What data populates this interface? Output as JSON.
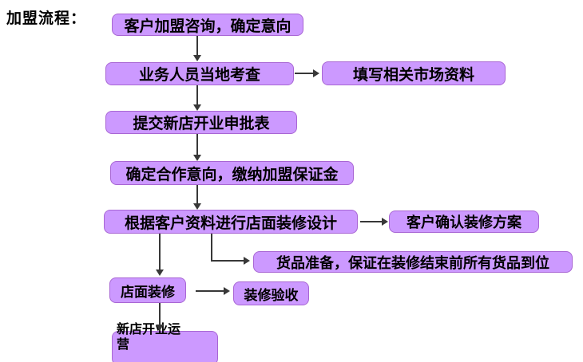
{
  "title": "加盟流程：",
  "colors": {
    "node_fill": "#CC99FF",
    "node_border": "#A866D4",
    "connector": "#383838",
    "text": "#000000",
    "background": "#FFFFFF"
  },
  "nodes": [
    {
      "id": "consult",
      "label": "客户加盟咨询，确定意向"
    },
    {
      "id": "survey",
      "label": "业务人员当地考查"
    },
    {
      "id": "market-info",
      "label": "填写相关市场资料"
    },
    {
      "id": "approval-form",
      "label": "提交新店开业申批表"
    },
    {
      "id": "deposit",
      "label": "确定合作意向，缴纳加盟保证金"
    },
    {
      "id": "design",
      "label": "根据客户资料进行店面装修设计"
    },
    {
      "id": "confirm-plan",
      "label": "客户确认装修方案"
    },
    {
      "id": "goods",
      "label": "货品准备，保证在装修结束前所有货品到位"
    },
    {
      "id": "renovation",
      "label": "店面装修"
    },
    {
      "id": "acceptance",
      "label": "装修验收"
    },
    {
      "id": "opening",
      "label": "新店开业运营"
    }
  ],
  "connections": [
    {
      "from": "consult",
      "to": "survey"
    },
    {
      "from": "survey",
      "to": "market-info"
    },
    {
      "from": "survey",
      "to": "approval-form"
    },
    {
      "from": "approval-form",
      "to": "deposit"
    },
    {
      "from": "deposit",
      "to": "design"
    },
    {
      "from": "design",
      "to": "confirm-plan"
    },
    {
      "from": "design",
      "to": "goods"
    },
    {
      "from": "design",
      "to": "renovation"
    },
    {
      "from": "renovation",
      "to": "acceptance"
    },
    {
      "from": "renovation",
      "to": "opening"
    }
  ]
}
